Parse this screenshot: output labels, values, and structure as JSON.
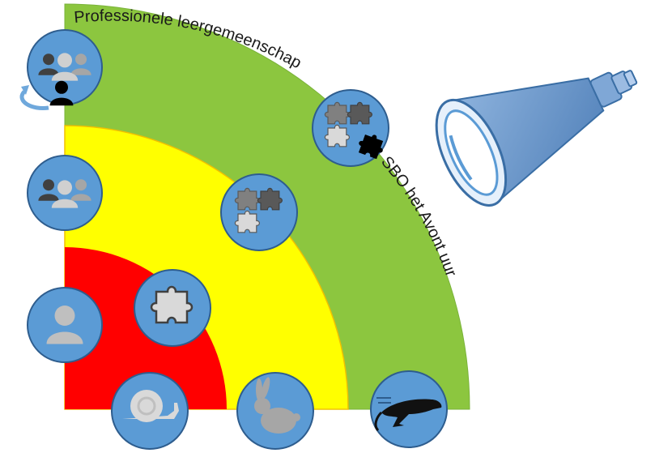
{
  "diagram": {
    "arc_top_text": "Professionele leergemeenschap",
    "arc_side_text": "SBO het Avont uur",
    "zones": [
      {
        "name": "outer",
        "color": "#8cc63f"
      },
      {
        "name": "middle",
        "color": "#ffff00"
      },
      {
        "name": "inner",
        "color": "#ff0000"
      }
    ],
    "icon_circle_color": "#5b9bd5",
    "icons": [
      "team-rotate-icon",
      "group-icon",
      "person-icon",
      "snail-icon",
      "rabbit-icon",
      "cheetah-icon",
      "puzzle-single-icon",
      "puzzle-three-icon",
      "puzzle-four-icon",
      "telescope-icon"
    ]
  }
}
